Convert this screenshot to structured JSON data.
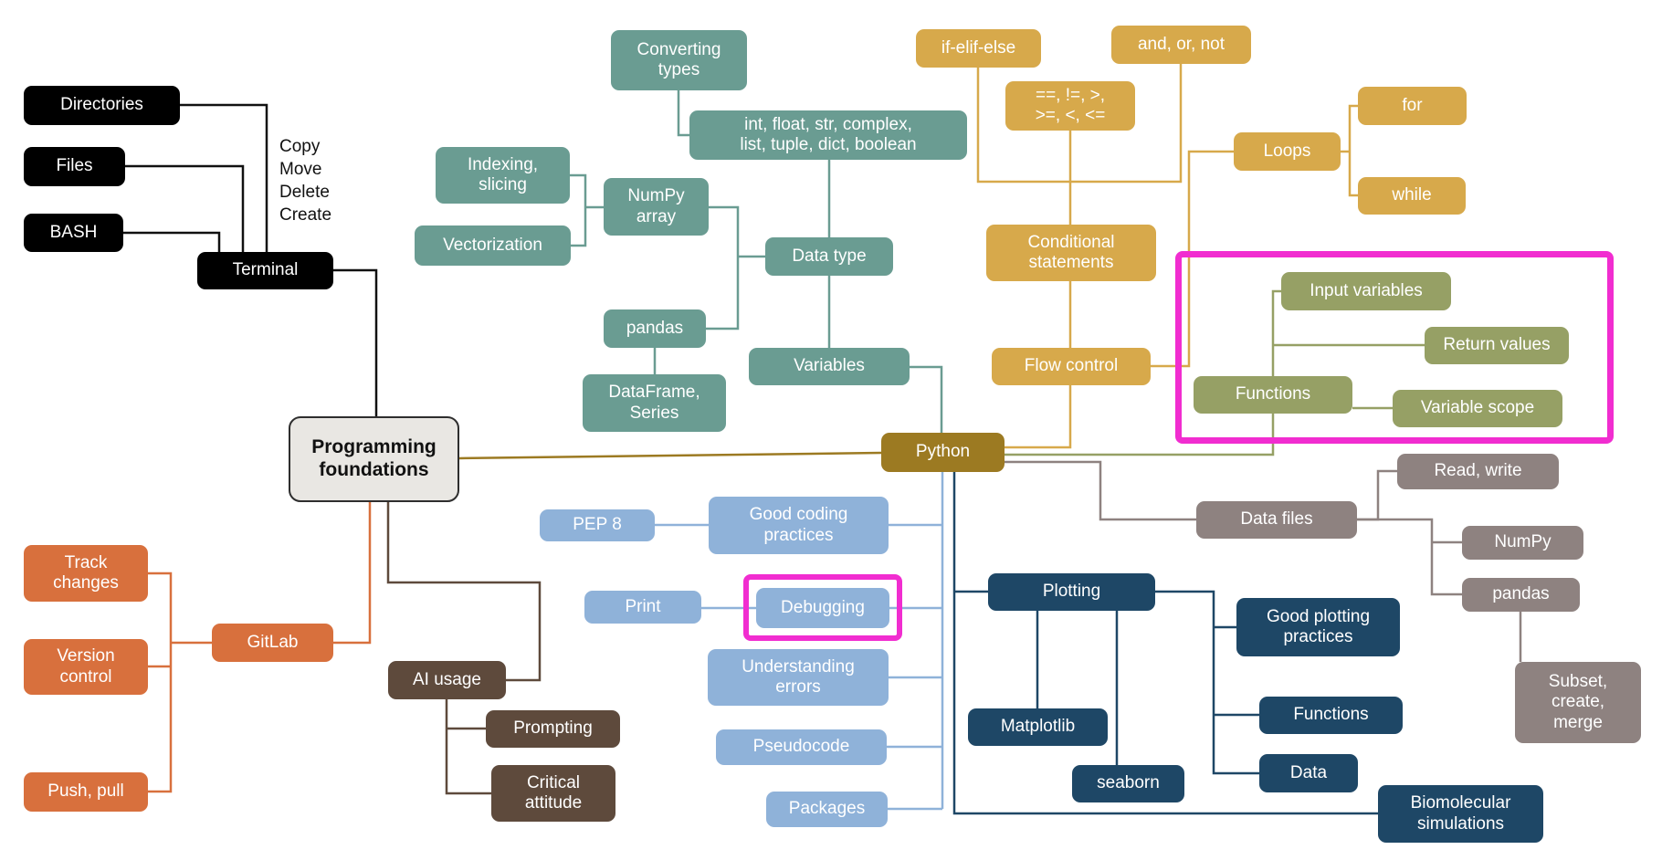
{
  "diagram_title": "Programming foundations mind map",
  "colors": {
    "black": "#000000",
    "teal": "#6a9c92",
    "gold": "#d7a94b",
    "python_gold": "#9c7a22",
    "olive": "#96a065",
    "light_blue": "#8fb2d9",
    "navy": "#1e4766",
    "gray": "#8e8280",
    "orange": "#d8703d",
    "brown": "#5e4a3c",
    "highlight_magenta": "#f12dd0",
    "center_background": "#e9e7e3"
  },
  "nodes": {
    "directories": "Directories",
    "files": "Files",
    "bash": "BASH",
    "terminal": "Terminal",
    "terminal_actions": [
      "Copy",
      "Move",
      "Delete",
      "Create"
    ],
    "programming_foundations": "Programming\nfoundations",
    "converting_types": "Converting\ntypes",
    "builtin_types": "int, float, str, complex,\nlist, tuple, dict, boolean",
    "indexing_slicing": "Indexing,\nslicing",
    "numpy_array": "NumPy\narray",
    "vectorization": "Vectorization",
    "data_type": "Data type",
    "pandas_lib": "pandas",
    "variables": "Variables",
    "dataframe_series": "DataFrame,\nSeries",
    "if_elif_else": "if-elif-else",
    "and_or_not": "and, or, not",
    "comparison_operators": "==, !=, >,\n>=, <, <=",
    "for_loop": "for",
    "loops": "Loops",
    "while_loop": "while",
    "conditional_statements": "Conditional\nstatements",
    "flow_control": "Flow control",
    "input_variables": "Input variables",
    "return_values": "Return values",
    "functions": "Functions",
    "variable_scope": "Variable scope",
    "python": "Python",
    "pep8": "PEP 8",
    "good_coding_practices": "Good coding\npractices",
    "print_node": "Print",
    "debugging": "Debugging",
    "understanding_errors": "Understanding\nerrors",
    "pseudocode": "Pseudocode",
    "packages": "Packages",
    "plotting": "Plotting",
    "good_plotting_practices": "Good plotting\npractices",
    "matplotlib": "Matplotlib",
    "plotting_functions": "Functions",
    "seaborn": "seaborn",
    "plotting_data": "Data",
    "biomolecular_simulations": "Biomolecular\nsimulations",
    "read_write": "Read, write",
    "data_files": "Data files",
    "numpy_files": "NumPy",
    "pandas_files": "pandas",
    "subset_create_merge": "Subset,\ncreate,\nmerge",
    "track_changes": "Track\nchanges",
    "version_control": "Version\ncontrol",
    "gitlab": "GitLab",
    "push_pull": "Push, pull",
    "ai_usage": "AI usage",
    "prompting": "Prompting",
    "critical_attitude": "Critical\nattitude"
  }
}
